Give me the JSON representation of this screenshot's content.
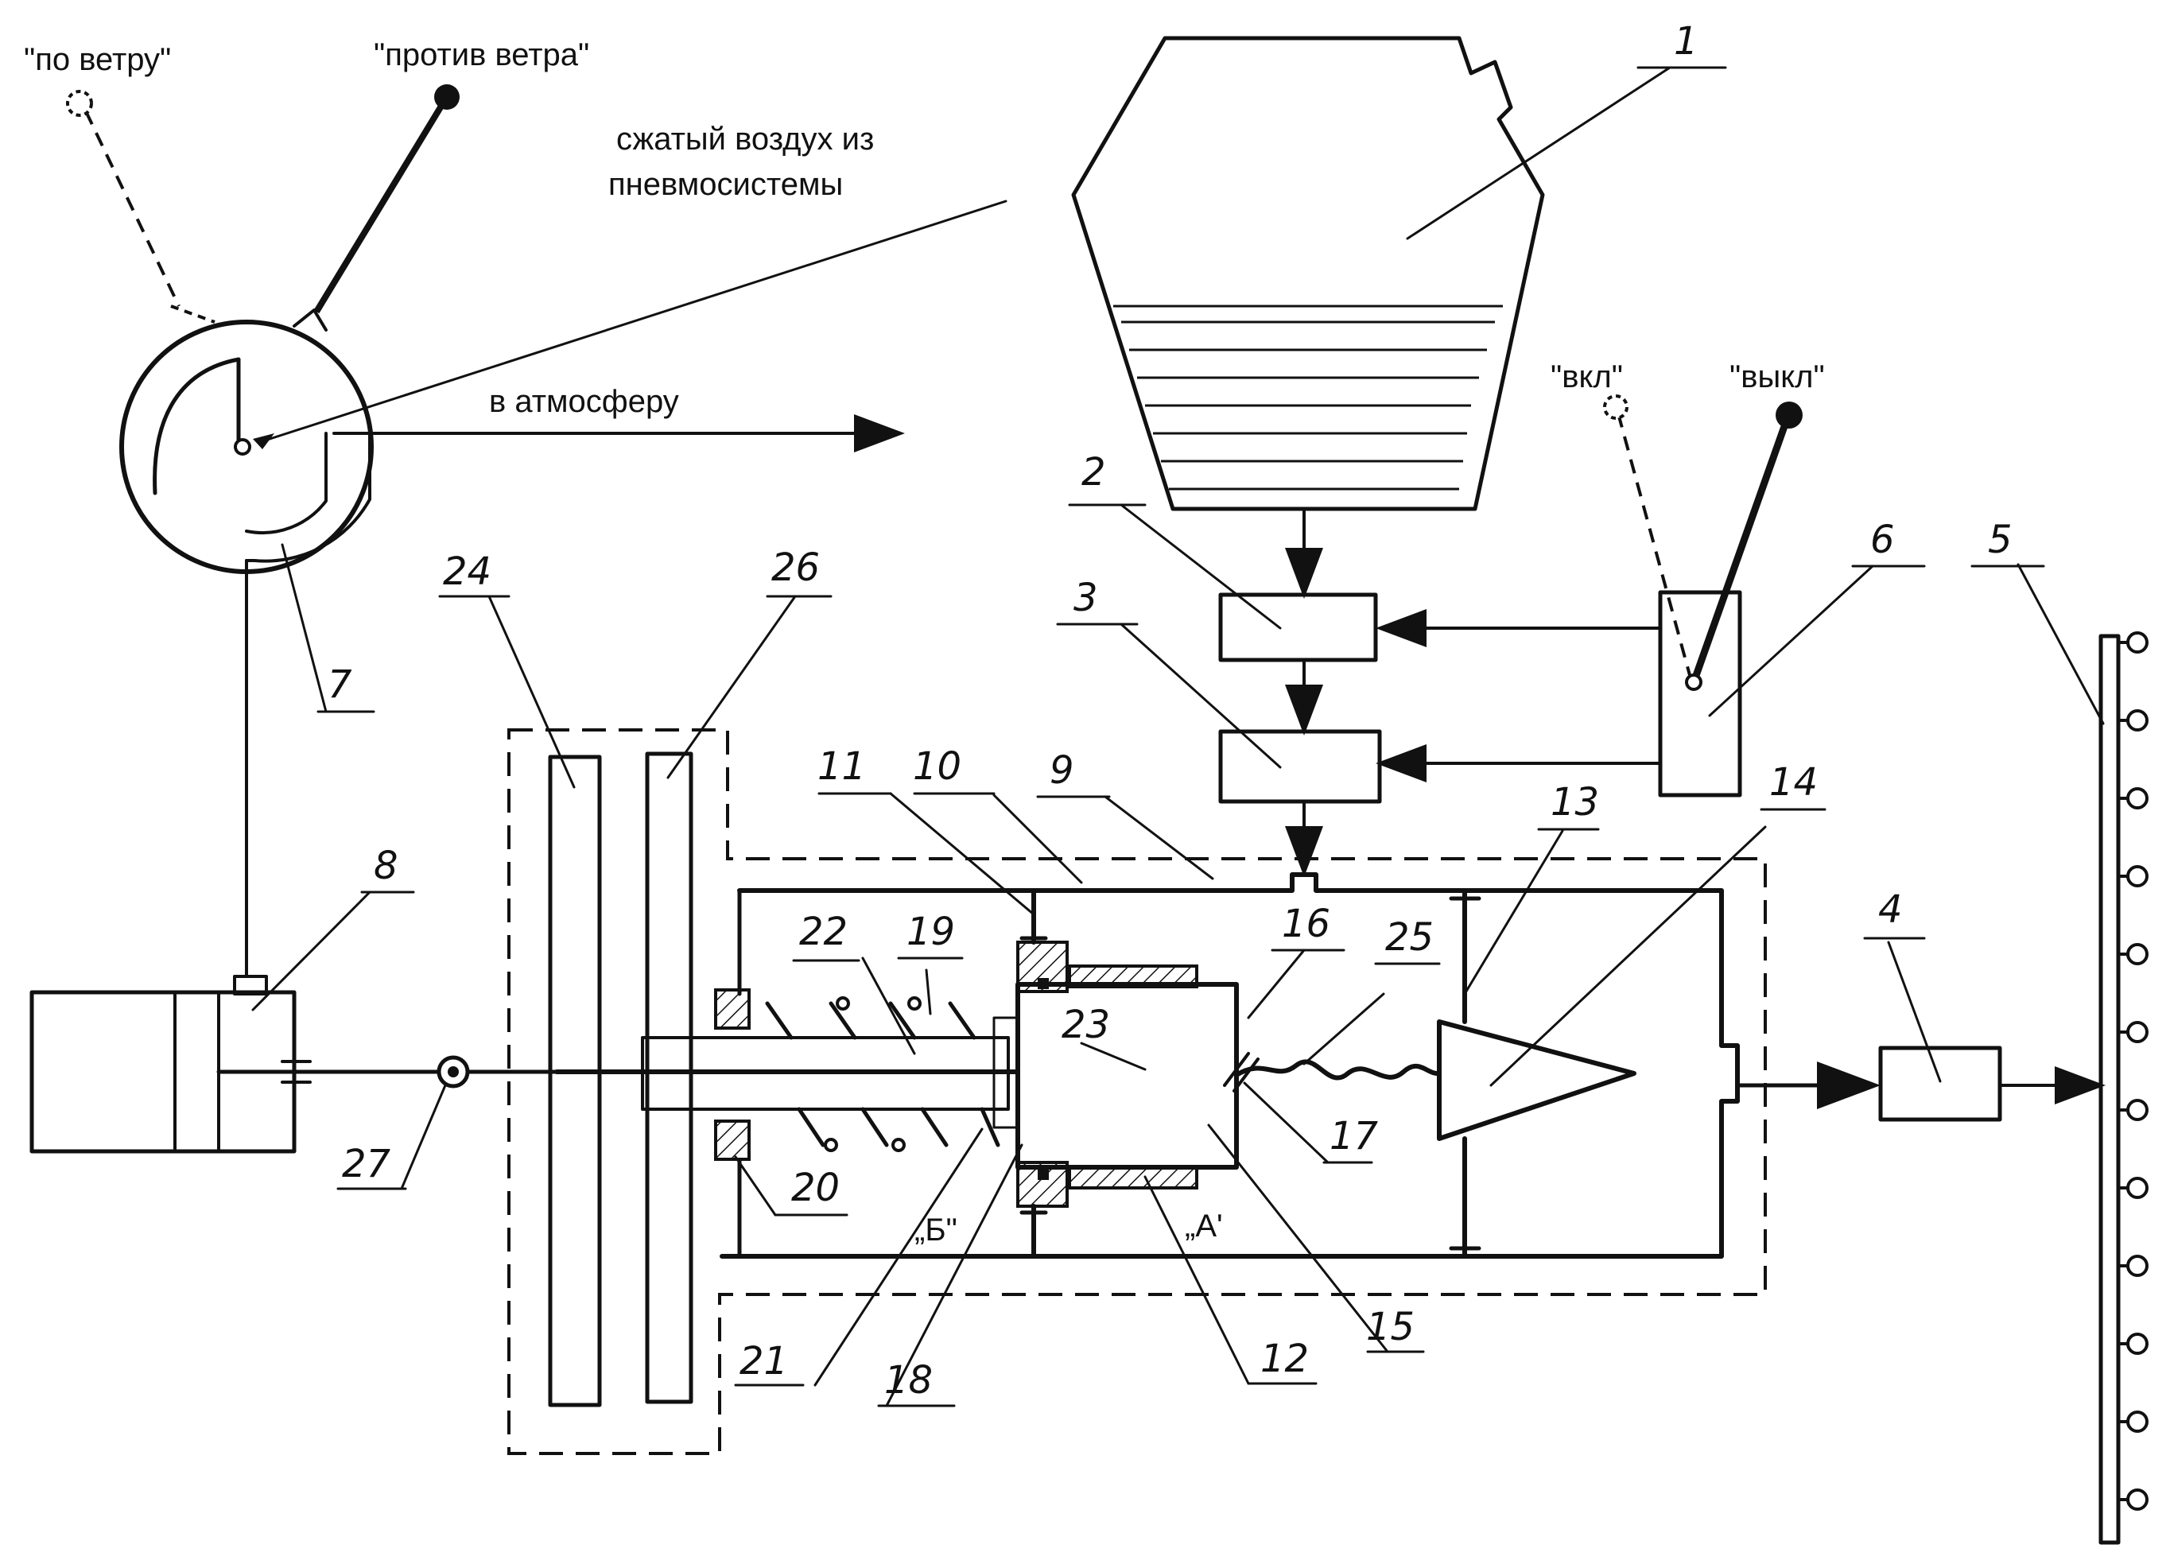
{
  "labels": {
    "downwind": "\"по ветру\"",
    "upwind": "\"против ветра\"",
    "air_source_line1": "сжатый воздух из",
    "air_source_line2": "пневмосистемы",
    "to_atmosphere": "в атмосферу",
    "on": "\"вкл\"",
    "off": "\"выкл\"",
    "zone_a": "„A'",
    "zone_b": "„Б\""
  },
  "callouts": [
    "1",
    "2",
    "3",
    "4",
    "5",
    "6",
    "7",
    "8",
    "9",
    "10",
    "11",
    "12",
    "13",
    "14",
    "15",
    "16",
    "17",
    "18",
    "19",
    "20",
    "21",
    "22",
    "23",
    "24",
    "25",
    "26",
    "27"
  ]
}
